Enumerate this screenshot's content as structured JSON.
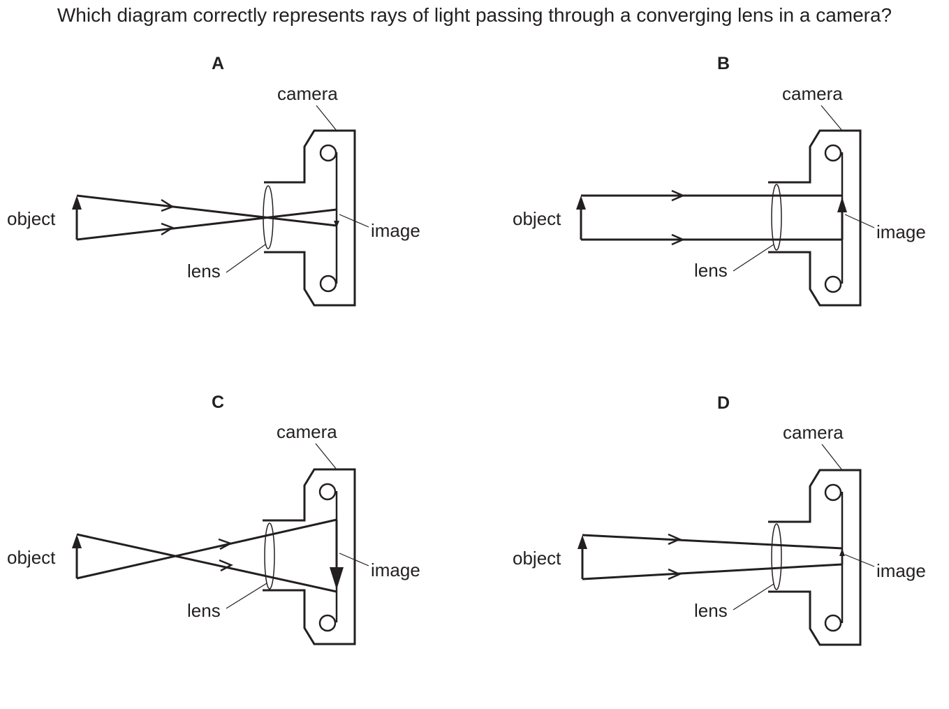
{
  "question": "Which diagram correctly represents rays of light passing through a converging lens in a camera?",
  "labels": {
    "camera": "camera",
    "object": "object",
    "image": "image",
    "lens": "lens"
  },
  "options": [
    {
      "letter": "A",
      "rays": "crossing-at-lens",
      "image": "small-inverted-arrow"
    },
    {
      "letter": "B",
      "rays": "parallel",
      "image": "upright-arrow"
    },
    {
      "letter": "C",
      "rays": "crossing-before-lens",
      "image": "large-inverted-arrow"
    },
    {
      "letter": "D",
      "rays": "converging-to-point",
      "image": "small-upright-arrow"
    }
  ]
}
